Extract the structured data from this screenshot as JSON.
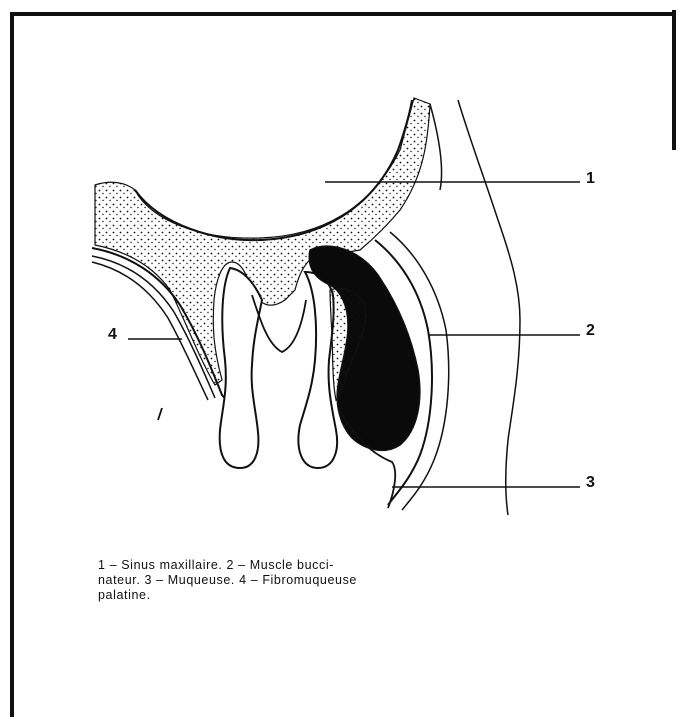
{
  "figure": {
    "labels": {
      "l1": "1",
      "l2": "2",
      "l3": "3",
      "l4": "4"
    },
    "caption_lines": [
      "1 – Sinus maxillaire. 2 – Muscle bucci-",
      "nateur. 3 – Muqueuse. 4 – Fibromuqueuse",
      "palatine."
    ]
  }
}
